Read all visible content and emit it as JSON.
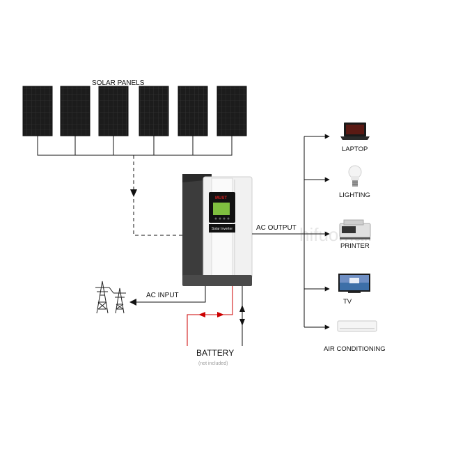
{
  "labels": {
    "solar_panels": "SOLAR PANELS",
    "ac_output": "AC OUTPUT",
    "ac_input": "AC INPUT",
    "battery": "BATTERY",
    "battery_note": "(not included)",
    "watermark": "hifuomall"
  },
  "inverter": {
    "brand": "MUST",
    "model_text": "Solar Inverter"
  },
  "loads": [
    {
      "label": "LAPTOP",
      "icon": "laptop-icon"
    },
    {
      "label": "LIGHTING",
      "icon": "light-bulb-icon"
    },
    {
      "label": "PRINTER",
      "icon": "printer-icon"
    },
    {
      "label": "TV",
      "icon": "tv-icon"
    },
    {
      "label": "AIR CONDITIONING",
      "icon": "air-conditioner-icon"
    }
  ],
  "colors": {
    "panel": "#1c1c1c",
    "panel_grid": "#3a3a3a",
    "battery_positive": "#cc0000",
    "line": "#111111",
    "inverter_body": "#f2f2f2",
    "inverter_side": "#3a3a3a"
  }
}
